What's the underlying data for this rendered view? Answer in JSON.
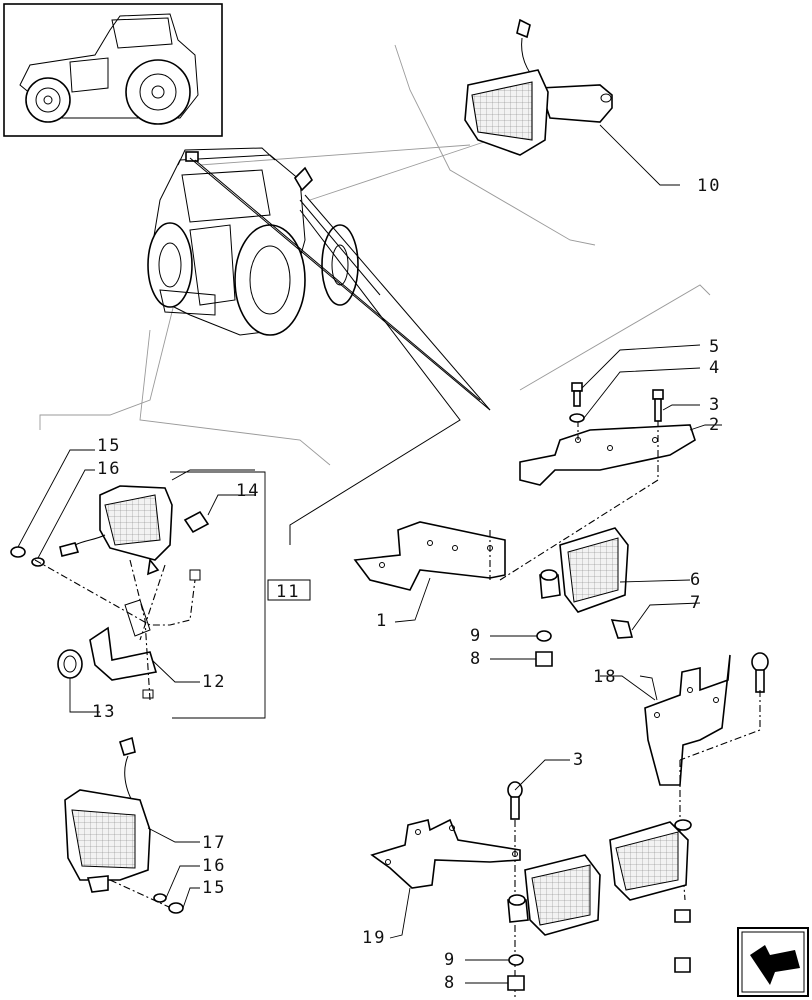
{
  "labels": {
    "p1": "1",
    "p2": "2",
    "p3a": "3",
    "p3b": "3",
    "p4": "4",
    "p5": "5",
    "p6": "6",
    "p7": "7",
    "p8a": "8",
    "p8b": "8",
    "p9a": "9",
    "p9b": "9",
    "p10": "10",
    "p11": "11",
    "p12": "12",
    "p13": "13",
    "p14": "14",
    "p15a": "15",
    "p15b": "15",
    "p16a": "16",
    "p16b": "16",
    "p17": "17",
    "p18": "18",
    "p19": "19"
  },
  "icons": {
    "thumbnail": "tractor-thumbnail-icon",
    "nav": "next-page-arrow-icon"
  },
  "colors": {
    "ink": "#000000",
    "guide": "#9a9a9a",
    "lens": "#e9e9e9"
  }
}
